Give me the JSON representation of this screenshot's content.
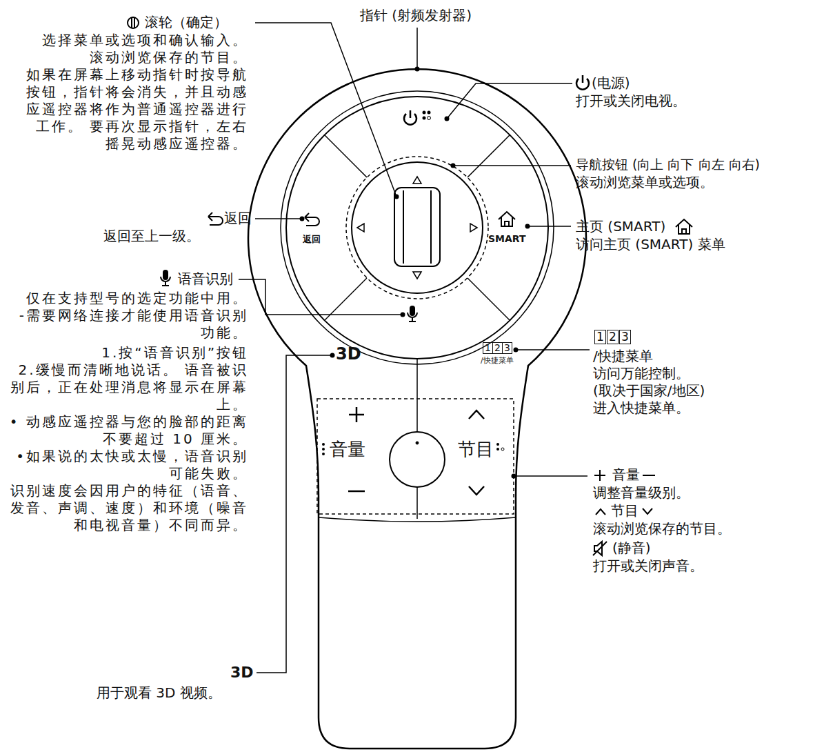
{
  "diagram": {
    "labels": [
      "指针 (射频发射器)",
      "滚轮（确定）",
      "选择菜单或选项和确认输入。",
      "滚动浏览保存的节目。",
      "如果在屏幕上移动指针时按导航按钮，指针将会消失，并且动感应遥控器将作为普通遥控器进行工作。 要再次显示指针，左右摇晃动感应遥控器。",
      "(电源)",
      "打开或关闭电视。",
      "导航按钮 (向上 向下 向左 向右)",
      "滚动浏览菜单或选项。",
      "返回",
      "返回至上一级。",
      "主页 (SMART)",
      "访问主页 (SMART) 菜单",
      "语音识别",
      "仅在支持型号的选定功能中用。",
      "-需要网络连接才能使用语音识别功能。",
      "1.按“语音识别”按钮",
      "2.缓慢而清晰地说话。 语音被识别后，正在处理消息将显示在屏幕上。",
      "• 动感应遥控器与您的脸部的距离不要超过 10 厘米。",
      "•如果说的太快或太慢，语音识别可能失败。",
      "识别速度会因用户的特征（语音、发音、声调、速度）和环境（噪音和电视音量）不同而异。",
      "返回",
      "SMART",
      "3D",
      "1",
      "2",
      "3",
      "/快捷菜单",
      "音量",
      "节目",
      "3D",
      "用于观看 3D 视频。",
      "1",
      "2",
      "3",
      "/快捷菜单",
      "访问万能控制。",
      "(取决于国家/地区)",
      "进入快捷菜单。",
      "音量",
      "调整音量级别。",
      "节目",
      "滚动浏览保存的节目。",
      "(静音)",
      "打开或关闭声音。"
    ]
  }
}
